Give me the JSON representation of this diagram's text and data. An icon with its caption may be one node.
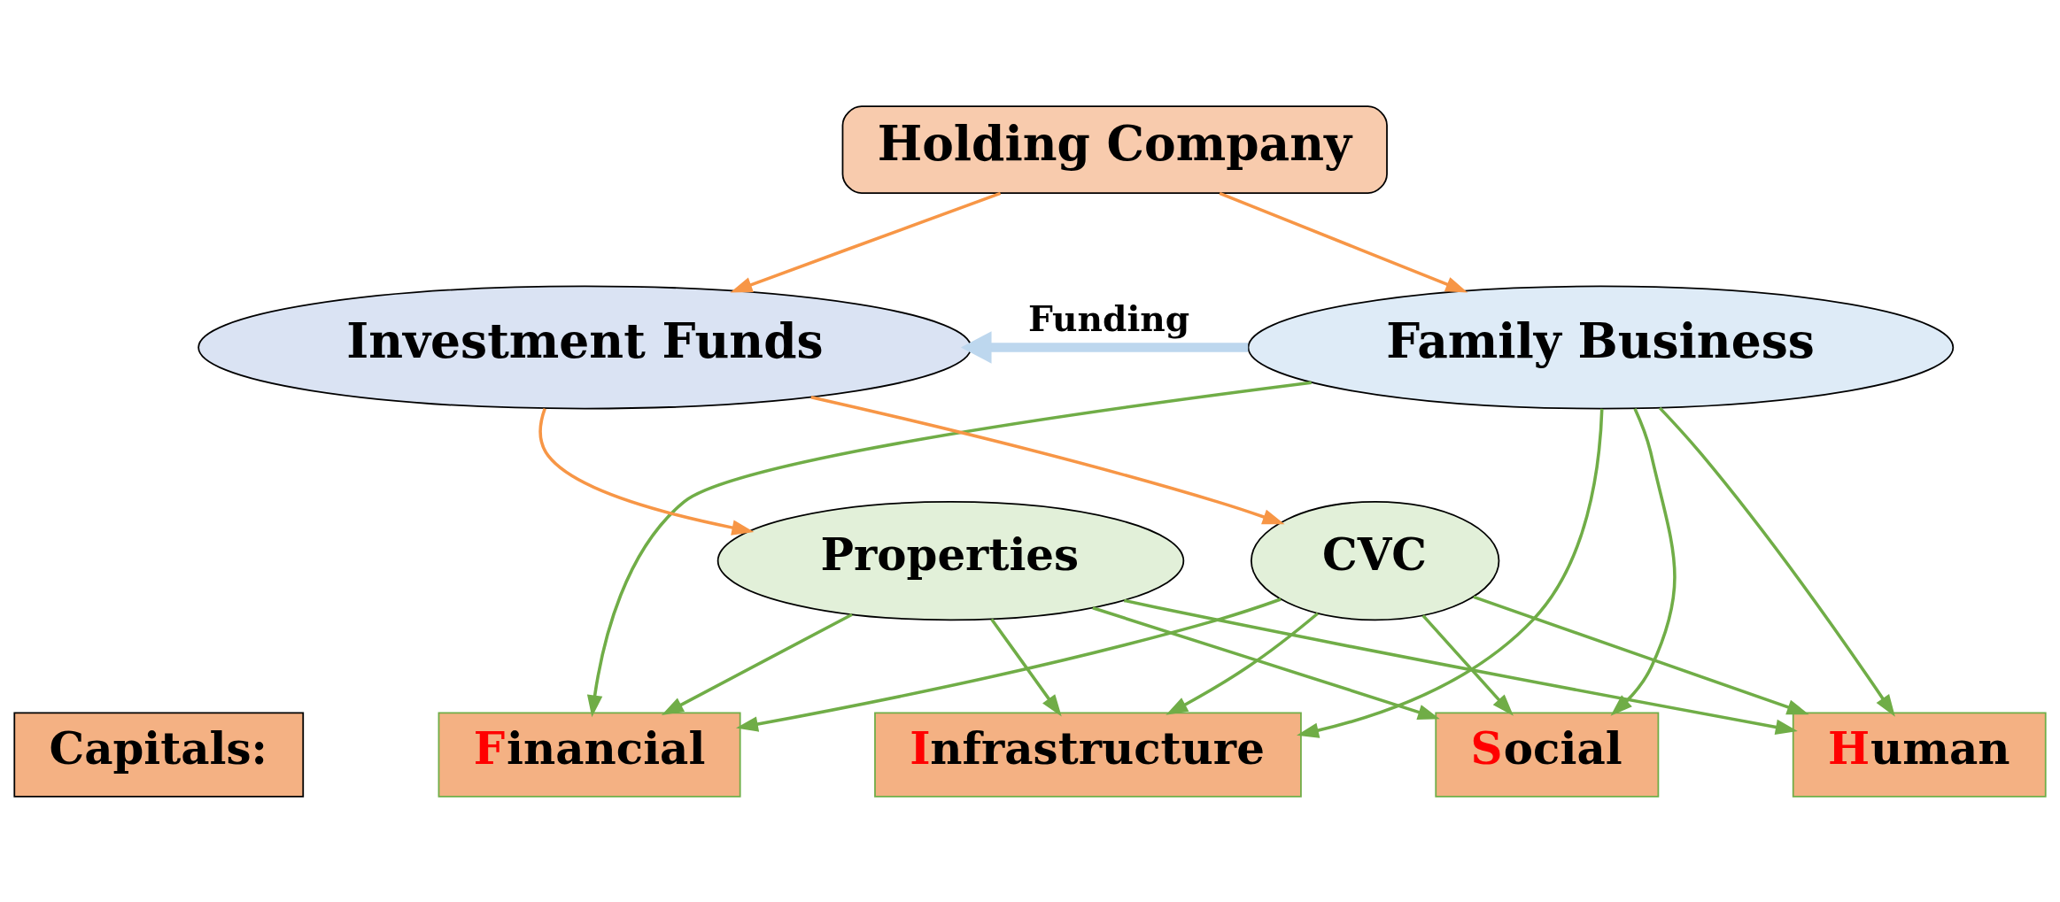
{
  "diagram": {
    "nodes": [
      {
        "text": [
          "Holding Company"
        ]
      },
      {
        "text": [
          "Family Business"
        ]
      },
      {
        "text": [
          "Investment Funds"
        ]
      },
      {
        "text": [
          "CVC"
        ]
      },
      {
        "text": [
          "Properties"
        ]
      },
      {
        "text": [
          "Capitals:"
        ]
      },
      {
        "text": [
          "Financial"
        ]
      },
      {
        "text": [
          "Infrastructure"
        ]
      },
      {
        "text": [
          "Social"
        ]
      },
      {
        "text": [
          "Human"
        ]
      }
    ],
    "edges": [
      {
        "from": 0,
        "to": 1,
        "arrow": "to",
        "color": "#f79646"
      },
      {
        "from": 0,
        "to": 2,
        "arrow": "to",
        "color": "#f79646"
      },
      {
        "from": 1,
        "to": 2,
        "arrow": "to",
        "label": "Funding",
        "style": "thick",
        "color": "#bdd7ee"
      },
      {
        "from": 2,
        "to": 3,
        "arrow": "to",
        "color": "#f79646"
      },
      {
        "from": 2,
        "to": 4,
        "arrow": "to",
        "color": "#f79646"
      },
      {
        "from": 1,
        "to": 6,
        "arrow": "to"
      },
      {
        "from": 1,
        "to": 7,
        "arrow": "to"
      },
      {
        "from": 1,
        "to": 8,
        "arrow": "to"
      },
      {
        "from": 1,
        "to": 9,
        "arrow": "to"
      },
      {
        "from": 3,
        "to": 6,
        "arrow": "to"
      },
      {
        "from": 3,
        "to": 7,
        "arrow": "to"
      },
      {
        "from": 3,
        "to": 8,
        "arrow": "to"
      },
      {
        "from": 3,
        "to": 9,
        "arrow": "to"
      },
      {
        "from": 4,
        "to": 6,
        "arrow": "to"
      },
      {
        "from": 4,
        "to": 7,
        "arrow": "to"
      },
      {
        "from": 4,
        "to": 8,
        "arrow": "to"
      },
      {
        "from": 4,
        "to": 9,
        "arrow": "to"
      }
    ]
  }
}
